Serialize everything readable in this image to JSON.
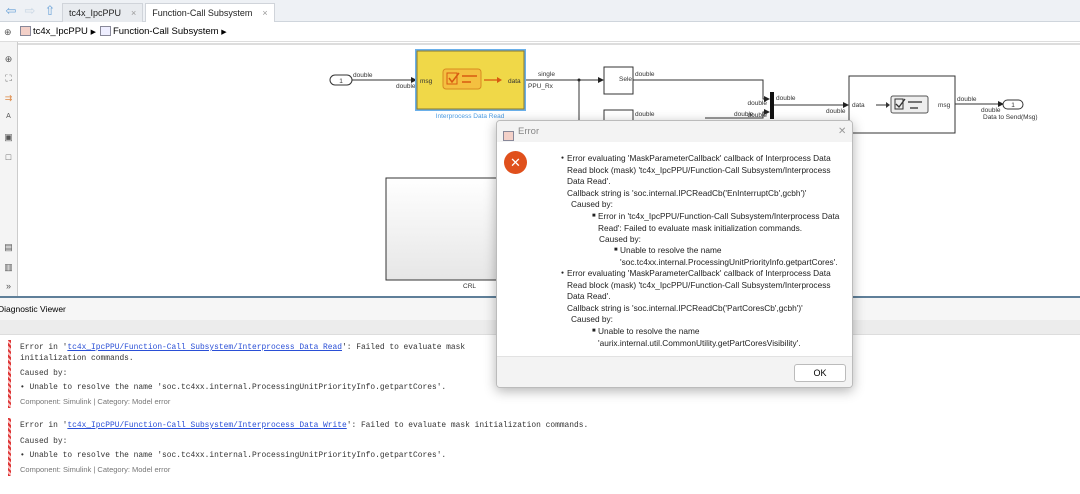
{
  "tabs": [
    {
      "label": "tc4x_IpcPPU",
      "close": "×"
    },
    {
      "label": "Function-Call Subsystem",
      "close": "×"
    }
  ],
  "breadcrumb": [
    "tc4x_IpcPPU",
    "Function-Call Subsystem"
  ],
  "breadcrumb_sep": "▶",
  "model": {
    "inport": {
      "number": "1"
    },
    "outport": {
      "number": "1",
      "label": "Data to Send(Msg)"
    },
    "read_block": {
      "label": "Interprocess Data Read",
      "in_port": "msg",
      "out_port": "data",
      "color": "#f0d848"
    },
    "write_block": {
      "in_port": "data",
      "out_port": "msg"
    },
    "selector": {
      "label": "Sele"
    },
    "crl_block": {
      "label": "CRL"
    },
    "signal_labels": {
      "double": "double",
      "single": "single",
      "ppu_rx": "PPU_Rx"
    }
  },
  "diagnostic_viewer": {
    "title": "Diagnostic Viewer",
    "entries": [
      {
        "prefix": "Error in '",
        "link": "tc4x_IpcPPU/Function-Call Subsystem/Interprocess Data Read",
        "suffix": "': Failed to evaluate mask initialization commands.",
        "caused_by": "Caused by:",
        "cause": "• Unable to resolve the name 'soc.tc4xx.internal.ProcessingUnitPriorityInfo.getpartCores'.",
        "component": "Component: Simulink | Category: Model error"
      },
      {
        "prefix": "Error in '",
        "link": "tc4x_IpcPPU/Function-Call Subsystem/Interprocess Data Write",
        "suffix": "': Failed to evaluate mask initialization commands.",
        "caused_by": "Caused by:",
        "cause": "• Unable to resolve the name 'soc.tc4xx.internal.ProcessingUnitPriorityInfo.getpartCores'.",
        "component": "Component: Simulink | Category: Model error"
      }
    ]
  },
  "dialog": {
    "title": "Error",
    "close": "✕",
    "ok_label": "OK",
    "error1": [
      "Error evaluating 'MaskParameterCallback' callback of Interprocess Data",
      "Read block (mask) 'tc4x_IpcPPU/Function-Call Subsystem/Interprocess",
      "Data Read'.",
      "Callback string is 'soc.internal.IPCReadCb('EnInterruptCb',gcbh')'"
    ],
    "caused_by": "Caused by:",
    "error1_sub": [
      "Error in 'tc4x_IpcPPU/Function-Call Subsystem/Interprocess Data",
      "Read': Failed to evaluate mask initialization commands."
    ],
    "error1_subsub": [
      "Unable to resolve the name",
      "'soc.tc4xx.internal.ProcessingUnitPriorityInfo.getpartCores'."
    ],
    "error2": [
      "Error evaluating 'MaskParameterCallback' callback of Interprocess Data",
      "Read block (mask) 'tc4x_IpcPPU/Function-Call Subsystem/Interprocess",
      "Data Read'.",
      "Callback string is 'soc.internal.IPCReadCb('PartCoresCb',gcbh')'"
    ],
    "error2_sub": [
      "Unable to resolve the name",
      "'aurix.internal.util.CommonUtility.getPartCoresVisibility'."
    ]
  }
}
